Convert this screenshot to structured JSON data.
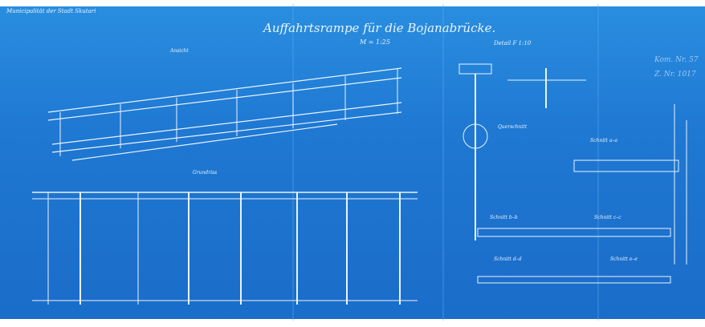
{
  "stamp": "Municipalität der Stadt Skutari",
  "title": "Auffahrtsrampe für die Bojanabrücke.",
  "scale": "M = 1:25",
  "detail_label": "Detail F 1:10",
  "views": {
    "elevation": "Ansicht",
    "plan": "Grundriss",
    "section_aa": "Schnitt a–a",
    "section_bb": "Schnitt b–b",
    "section_cc": "Schnitt c–c",
    "section_dd": "Schnitt d–d",
    "section_ee": "Schnitt e–e",
    "cross": "Querschnitt"
  },
  "ref": {
    "kom": "Kom. Nr. 57",
    "z": "Z. Nr. 1017"
  }
}
